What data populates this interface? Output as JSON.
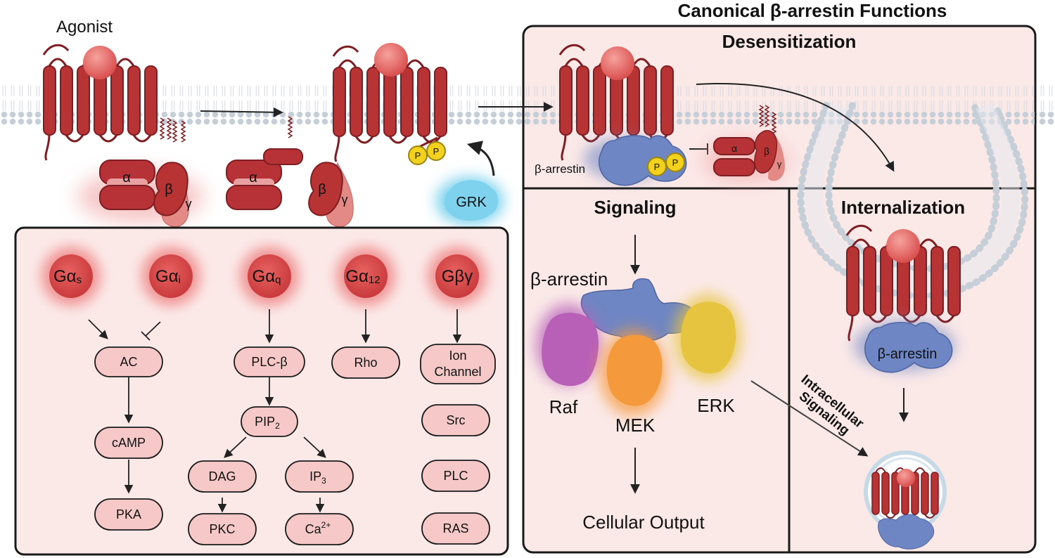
{
  "title": "Canonical β-arrestin Functions",
  "agonist": "Agonist",
  "grk": "GRK",
  "phospho": "P",
  "subunits": {
    "alpha": "α",
    "beta": "β",
    "gamma": "γ"
  },
  "desensitization": {
    "title": "Desensitization",
    "arrestin": "β-arrestin"
  },
  "signaling": {
    "title": "Signaling",
    "arrestin": "β-arrestin",
    "raf": "Raf",
    "mek": "MEK",
    "erk": "ERK",
    "output": "Cellular Output"
  },
  "internalization": {
    "title": "Internalization",
    "arrestin": "β-arrestin",
    "intracellular": [
      "Intracellular",
      "Signaling"
    ]
  },
  "g_proteins": {
    "gs": {
      "base": "Gα",
      "sub": "s"
    },
    "gi": {
      "base": "Gα",
      "sub": "i"
    },
    "gq": {
      "base": "Gα",
      "sub": "q"
    },
    "g12": {
      "base": "Gα",
      "sub": "12"
    },
    "gbg": {
      "base": "Gβγ"
    }
  },
  "pathways": {
    "ac": "AC",
    "camp": "cAMP",
    "pka": "PKA",
    "plcb": "PLC-β",
    "pip2": {
      "base": "PIP",
      "sub": "2"
    },
    "dag": "DAG",
    "ip3": {
      "base": "IP",
      "sub": "3"
    },
    "pkc": "PKC",
    "ca": {
      "base": "Ca",
      "sup": "2+"
    },
    "rho": "Rho",
    "ion_channel": [
      "Ion",
      "Channel"
    ],
    "src": "Src",
    "plc": "PLC",
    "ras": "RAS"
  },
  "colors": {
    "receptor": "#b83434",
    "receptor_dark": "#7e1d22",
    "ligand": "#e7706c",
    "arrestin": "#6f86c4",
    "phospho": "#f2d21d",
    "grk_glow": "#4fc3e8",
    "panel_fill": "#fbe9e8",
    "raf": "#b860b8",
    "mek": "#f59a3c",
    "erk": "#e6c440"
  }
}
